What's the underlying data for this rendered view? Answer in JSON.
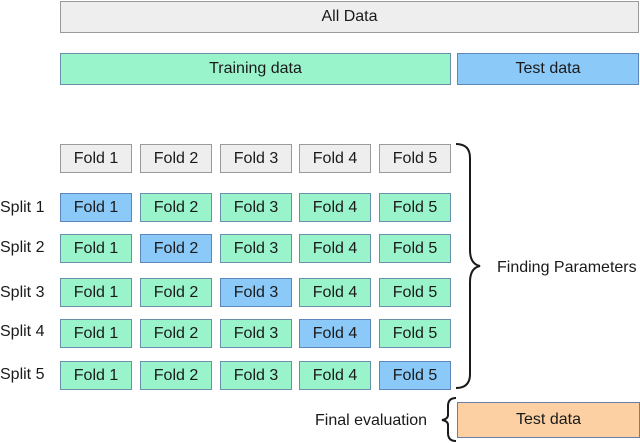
{
  "header": {
    "all_data": "All Data",
    "training_data": "Training data",
    "test_data": "Test data"
  },
  "fold_labels": [
    "Fold 1",
    "Fold 2",
    "Fold 3",
    "Fold 4",
    "Fold 5"
  ],
  "splits": [
    {
      "label": "Split 1",
      "test_fold": 1
    },
    {
      "label": "Split 2",
      "test_fold": 2
    },
    {
      "label": "Split 3",
      "test_fold": 3
    },
    {
      "label": "Split 4",
      "test_fold": 4
    },
    {
      "label": "Split 5",
      "test_fold": 5
    }
  ],
  "annotations": {
    "finding_parameters": "Finding Parameters",
    "final_evaluation": "Final evaluation",
    "final_test_data": "Test data"
  },
  "colors": {
    "all_data": "#eeeeee",
    "training": "#99f3cb",
    "test": "#8bc9f8",
    "final_test": "#fcd0a3"
  }
}
